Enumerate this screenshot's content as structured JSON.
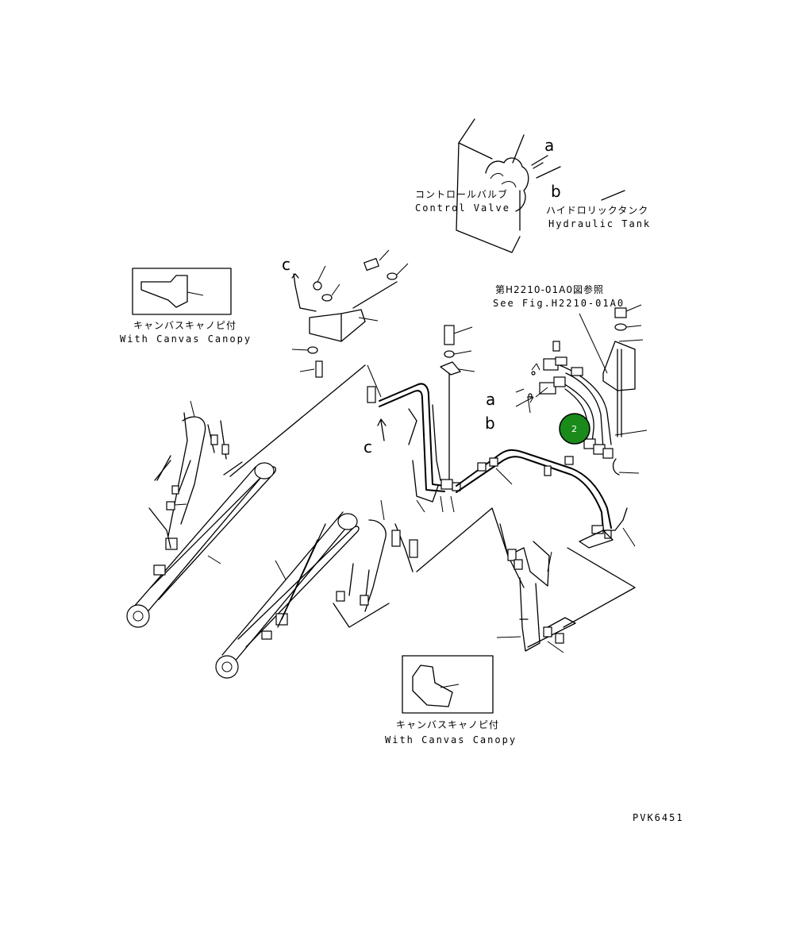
{
  "labels": {
    "control_valve_jp": "コントロールバルブ",
    "control_valve_en": "Control Valve",
    "hydraulic_tank_jp": "ハイドロリックタンク",
    "hydraulic_tank_en": "Hydraulic Tank",
    "see_fig_jp": "第H2210-01A0図参照",
    "see_fig_en": "See Fig.H2210-01A0",
    "canvas_canopy_jp_1": "キャンバスキャノピ付",
    "canvas_canopy_en_1": "With Canvas Canopy",
    "canvas_canopy_jp_2": "キャンバスキャノピ付",
    "canvas_canopy_en_2": "With Canvas Canopy",
    "drawing_code": "PVK6451"
  },
  "markers": {
    "a_top": "a",
    "b_top": "b",
    "c_top": "c",
    "a_mid": "a",
    "b_mid": "b",
    "c_bottom": "c"
  },
  "callout": {
    "number": "2",
    "fill_color": "#1a8a1a"
  }
}
